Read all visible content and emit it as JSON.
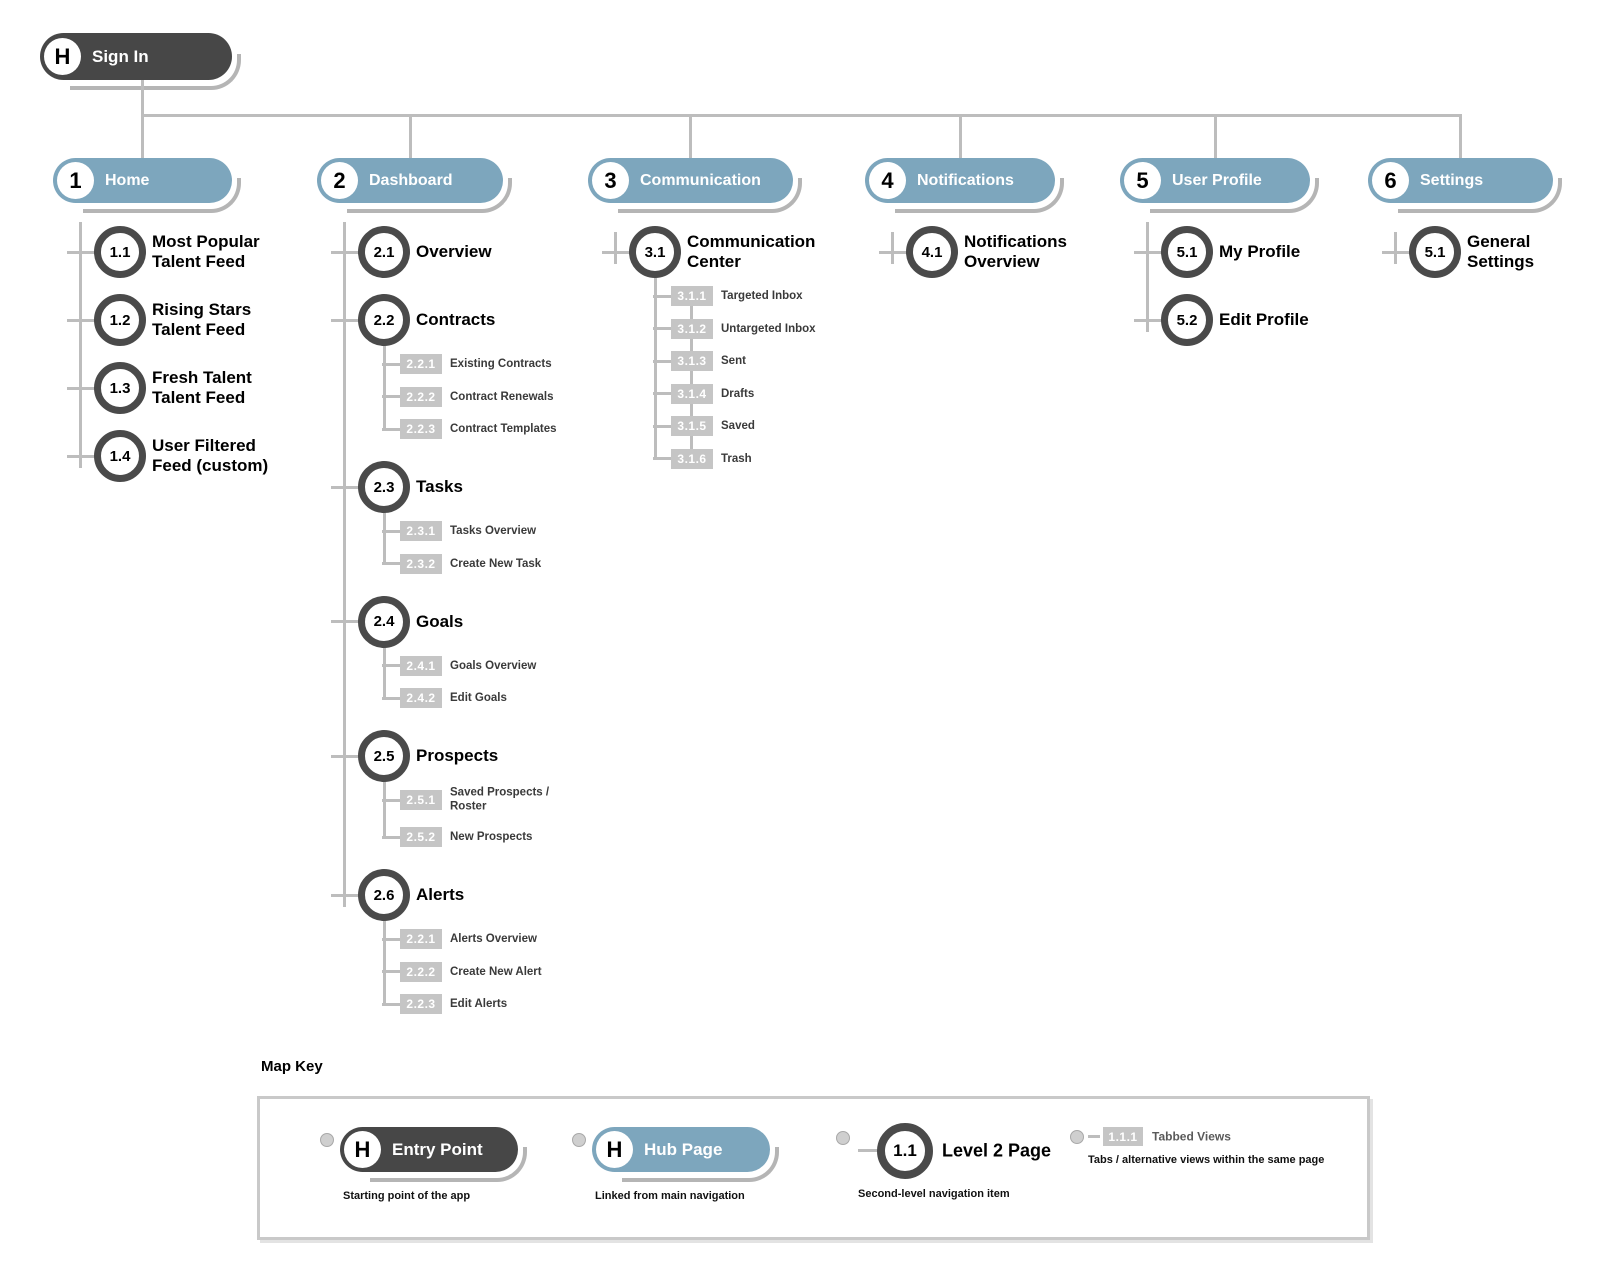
{
  "colors": {
    "hub_blue": "#7da6bd",
    "entry_dark": "#474747",
    "circle_ring": "#4a4a4a",
    "tab_box_gray": "#c5c5c5",
    "connector_gray": "#bdbdbd"
  },
  "entry": {
    "badge": "H",
    "label": "Sign In"
  },
  "hubs": [
    {
      "num": "1",
      "label": "Home",
      "children": [
        {
          "num": "1.1",
          "label_lines": [
            "Most Popular",
            "Talent Feed"
          ]
        },
        {
          "num": "1.2",
          "label_lines": [
            "Rising Stars",
            "Talent Feed"
          ]
        },
        {
          "num": "1.3",
          "label_lines": [
            "Fresh Talent",
            "Talent Feed"
          ]
        },
        {
          "num": "1.4",
          "label_lines": [
            "User Filtered",
            "Feed (custom)"
          ]
        }
      ]
    },
    {
      "num": "2",
      "label": "Dashboard",
      "children": [
        {
          "num": "2.1",
          "label_lines": [
            "Overview"
          ]
        },
        {
          "num": "2.2",
          "label_lines": [
            "Contracts"
          ],
          "tabs": [
            {
              "num": "2.2.1",
              "label_lines": [
                "Existing Contracts"
              ]
            },
            {
              "num": "2.2.2",
              "label_lines": [
                "Contract Renewals"
              ]
            },
            {
              "num": "2.2.3",
              "label_lines": [
                "Contract Templates"
              ]
            }
          ]
        },
        {
          "num": "2.3",
          "label_lines": [
            "Tasks"
          ],
          "tabs": [
            {
              "num": "2.3.1",
              "label_lines": [
                "Tasks Overview"
              ]
            },
            {
              "num": "2.3.2",
              "label_lines": [
                "Create New Task"
              ]
            }
          ]
        },
        {
          "num": "2.4",
          "label_lines": [
            "Goals"
          ],
          "tabs": [
            {
              "num": "2.4.1",
              "label_lines": [
                "Goals Overview"
              ]
            },
            {
              "num": "2.4.2",
              "label_lines": [
                "Edit Goals"
              ]
            }
          ]
        },
        {
          "num": "2.5",
          "label_lines": [
            "Prospects"
          ],
          "tabs": [
            {
              "num": "2.5.1",
              "label_lines": [
                "Saved Prospects /",
                "Roster"
              ]
            },
            {
              "num": "2.5.2",
              "label_lines": [
                "New Prospects"
              ]
            }
          ]
        },
        {
          "num": "2.6",
          "label_lines": [
            "Alerts"
          ],
          "tabs": [
            {
              "num": "2.2.1",
              "label_lines": [
                "Alerts Overview"
              ]
            },
            {
              "num": "2.2.2",
              "label_lines": [
                "Create New Alert"
              ]
            },
            {
              "num": "2.2.3",
              "label_lines": [
                "Edit Alerts"
              ]
            }
          ]
        }
      ]
    },
    {
      "num": "3",
      "label": "Communication",
      "children": [
        {
          "num": "3.1",
          "label_lines": [
            "Communication",
            "Center"
          ],
          "tabs_linked": true,
          "tabs": [
            {
              "num": "3.1.1",
              "label_lines": [
                "Targeted Inbox"
              ]
            },
            {
              "num": "3.1.2",
              "label_lines": [
                "Untargeted Inbox"
              ]
            },
            {
              "num": "3.1.3",
              "label_lines": [
                "Sent"
              ]
            },
            {
              "num": "3.1.4",
              "label_lines": [
                "Drafts"
              ]
            },
            {
              "num": "3.1.5",
              "label_lines": [
                "Saved"
              ]
            },
            {
              "num": "3.1.6",
              "label_lines": [
                "Trash"
              ]
            }
          ]
        }
      ]
    },
    {
      "num": "4",
      "label": "Notifications",
      "children": [
        {
          "num": "4.1",
          "label_lines": [
            "Notifications",
            "Overview"
          ]
        }
      ]
    },
    {
      "num": "5",
      "label": "User Profile",
      "children": [
        {
          "num": "5.1",
          "label_lines": [
            "My Profile"
          ]
        },
        {
          "num": "5.2",
          "label_lines": [
            "Edit Profile"
          ]
        }
      ]
    },
    {
      "num": "6",
      "label": "Settings",
      "children": [
        {
          "num": "5.1",
          "label_lines": [
            "General",
            "Settings"
          ]
        }
      ]
    }
  ],
  "map_key": {
    "title": "Map Key",
    "entry_point": {
      "badge": "H",
      "label": "Entry Point",
      "caption": "Starting point of the app"
    },
    "hub_page": {
      "badge": "H",
      "label": "Hub Page",
      "caption": "Linked from main navigation"
    },
    "level2": {
      "num": "1.1",
      "label": "Level 2 Page",
      "caption": "Second-level navigation item"
    },
    "tabbed": {
      "num": "1.1.1",
      "label": "Tabbed Views",
      "caption": "Tabs / alternative views within the same page"
    }
  }
}
